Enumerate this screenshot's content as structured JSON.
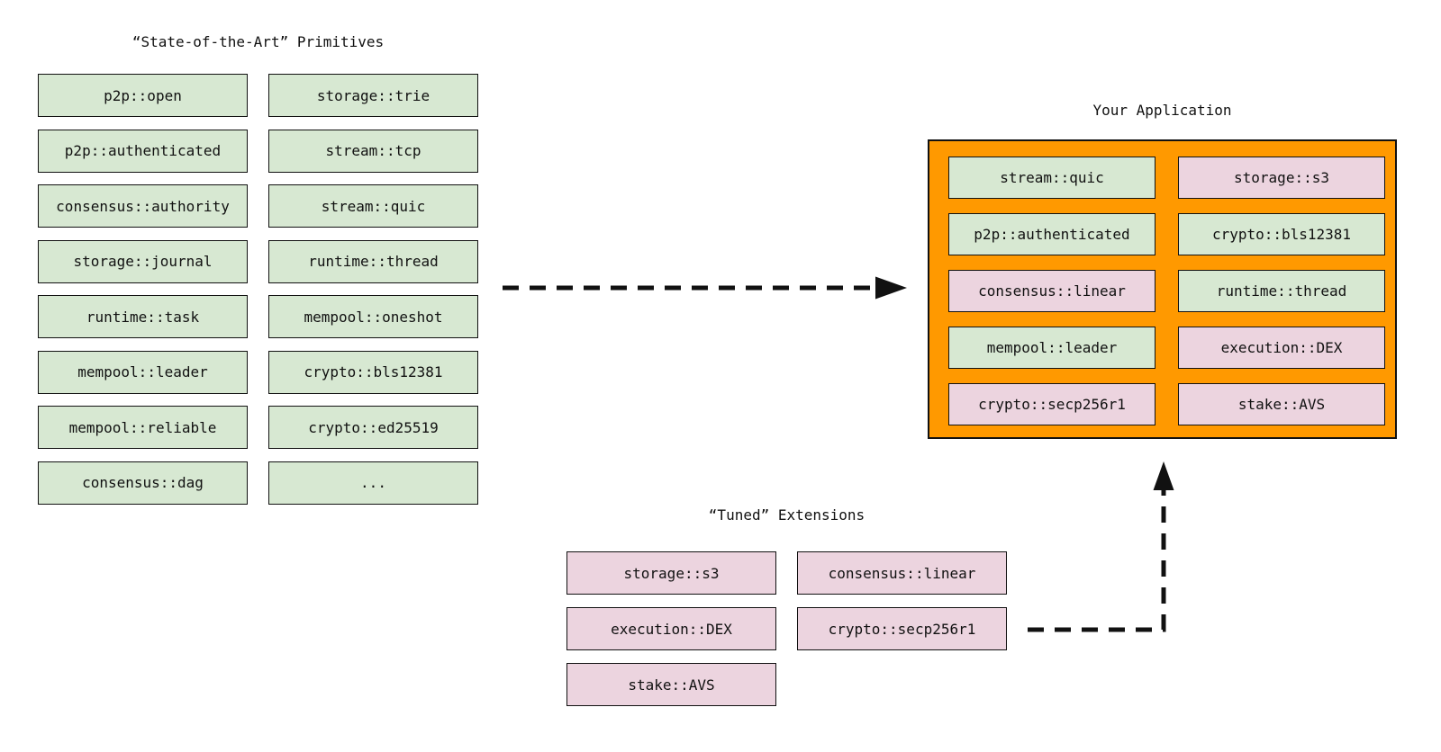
{
  "colors": {
    "primitive_box": "#d7e8d2",
    "extension_box": "#ecd4df",
    "application_container": "#ff9900",
    "border": "#111111",
    "arrow": "#111111",
    "text": "#111111",
    "background": "#ffffff"
  },
  "primitives_panel": {
    "title": "“State-of-the-Art” Primitives",
    "column1": [
      "p2p::open",
      "p2p::authenticated",
      "consensus::authority",
      "storage::journal",
      "runtime::task",
      "mempool::leader",
      "mempool::reliable",
      "consensus::dag"
    ],
    "column2": [
      "storage::trie",
      "stream::tcp",
      "stream::quic",
      "runtime::thread",
      "mempool::oneshot",
      "crypto::bls12381",
      "crypto::ed25519",
      "..."
    ]
  },
  "extensions_panel": {
    "title": "“Tuned” Extensions",
    "column1": [
      "storage::s3",
      "execution::DEX",
      "stake::AVS"
    ],
    "column2": [
      "consensus::linear",
      "crypto::secp256r1"
    ]
  },
  "application_panel": {
    "title": "Your Application",
    "cells": [
      {
        "label": "stream::quic",
        "variant": "primitive"
      },
      {
        "label": "storage::s3",
        "variant": "extension"
      },
      {
        "label": "p2p::authenticated",
        "variant": "primitive"
      },
      {
        "label": "crypto::bls12381",
        "variant": "primitive"
      },
      {
        "label": "consensus::linear",
        "variant": "extension"
      },
      {
        "label": "runtime::thread",
        "variant": "primitive"
      },
      {
        "label": "mempool::leader",
        "variant": "primitive"
      },
      {
        "label": "execution::DEX",
        "variant": "extension"
      },
      {
        "label": "crypto::secp256r1",
        "variant": "extension"
      },
      {
        "label": "stake::AVS",
        "variant": "extension"
      }
    ]
  }
}
